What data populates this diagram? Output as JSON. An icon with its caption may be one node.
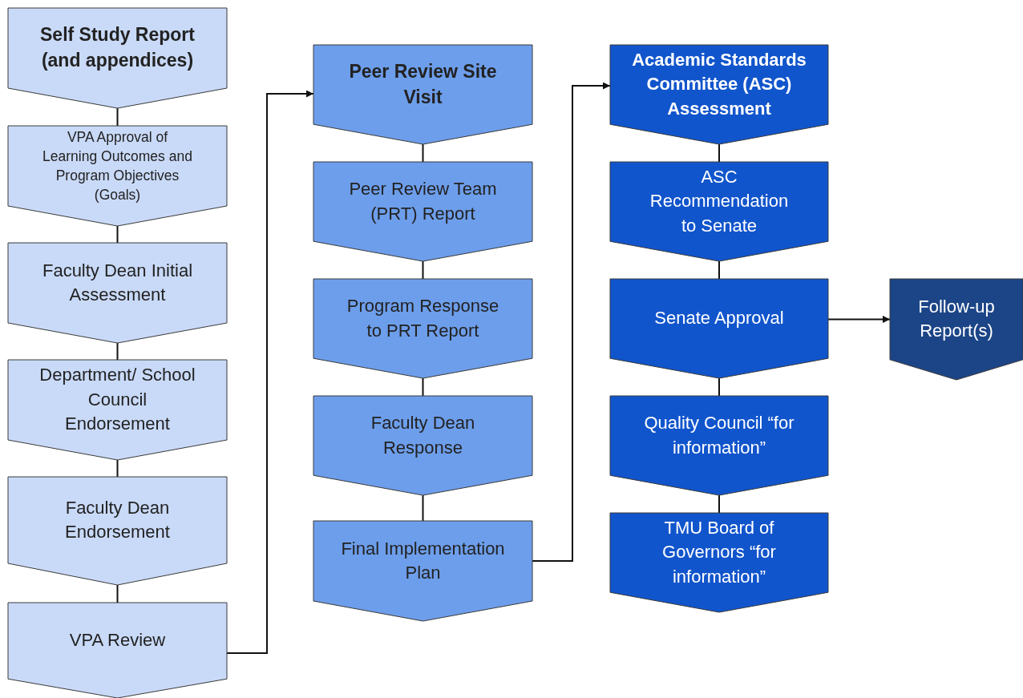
{
  "diagram": {
    "nodes": [
      {
        "text": [
          "Self Study Report (and appendices)"
        ]
      },
      {
        "text": [
          "VPA Approval of Learning Outcomes and Program Objectives (Goals)"
        ]
      },
      {
        "text": [
          "Faculty Dean Initial Assessment"
        ]
      },
      {
        "text": [
          "Department/ School Council Endorsement"
        ]
      },
      {
        "text": [
          "Faculty Dean Endorsement"
        ]
      },
      {
        "text": [
          "VPA Review"
        ]
      },
      {
        "text": [
          "Peer Review Site Visit"
        ]
      },
      {
        "text": [
          "Peer Review Team (PRT) Report"
        ]
      },
      {
        "text": [
          "Program Response to PRT Report"
        ]
      },
      {
        "text": [
          "Faculty Dean Response"
        ]
      },
      {
        "text": [
          "Final Implementation Plan"
        ]
      },
      {
        "text": [
          "Academic Standards Committee (ASC) Assessment"
        ]
      },
      {
        "text": [
          "ASC Recommendation to Senate"
        ]
      },
      {
        "text": [
          "Senate Approval"
        ]
      },
      {
        "text": [
          "Quality Council “for information”"
        ]
      },
      {
        "text": [
          "TMU Board of Governors “for information”"
        ]
      },
      {
        "text": [
          "Follow-up Report(s)"
        ]
      }
    ],
    "edges": [
      {
        "from": 0,
        "to": 1,
        "arrow": "none"
      },
      {
        "from": 1,
        "to": 2,
        "arrow": "none"
      },
      {
        "from": 2,
        "to": 3,
        "arrow": "none"
      },
      {
        "from": 3,
        "to": 4,
        "arrow": "none"
      },
      {
        "from": 4,
        "to": 5,
        "arrow": "none"
      },
      {
        "from": 5,
        "to": 6,
        "arrow": "to"
      },
      {
        "from": 6,
        "to": 7,
        "arrow": "none"
      },
      {
        "from": 7,
        "to": 8,
        "arrow": "none"
      },
      {
        "from": 8,
        "to": 9,
        "arrow": "none"
      },
      {
        "from": 9,
        "to": 10,
        "arrow": "none"
      },
      {
        "from": 10,
        "to": 11,
        "arrow": "to"
      },
      {
        "from": 11,
        "to": 12,
        "arrow": "none"
      },
      {
        "from": 12,
        "to": 13,
        "arrow": "none"
      },
      {
        "from": 13,
        "to": 14,
        "arrow": "none"
      },
      {
        "from": 14,
        "to": 15,
        "arrow": "none"
      },
      {
        "from": 13,
        "to": 16,
        "arrow": "to"
      }
    ]
  }
}
